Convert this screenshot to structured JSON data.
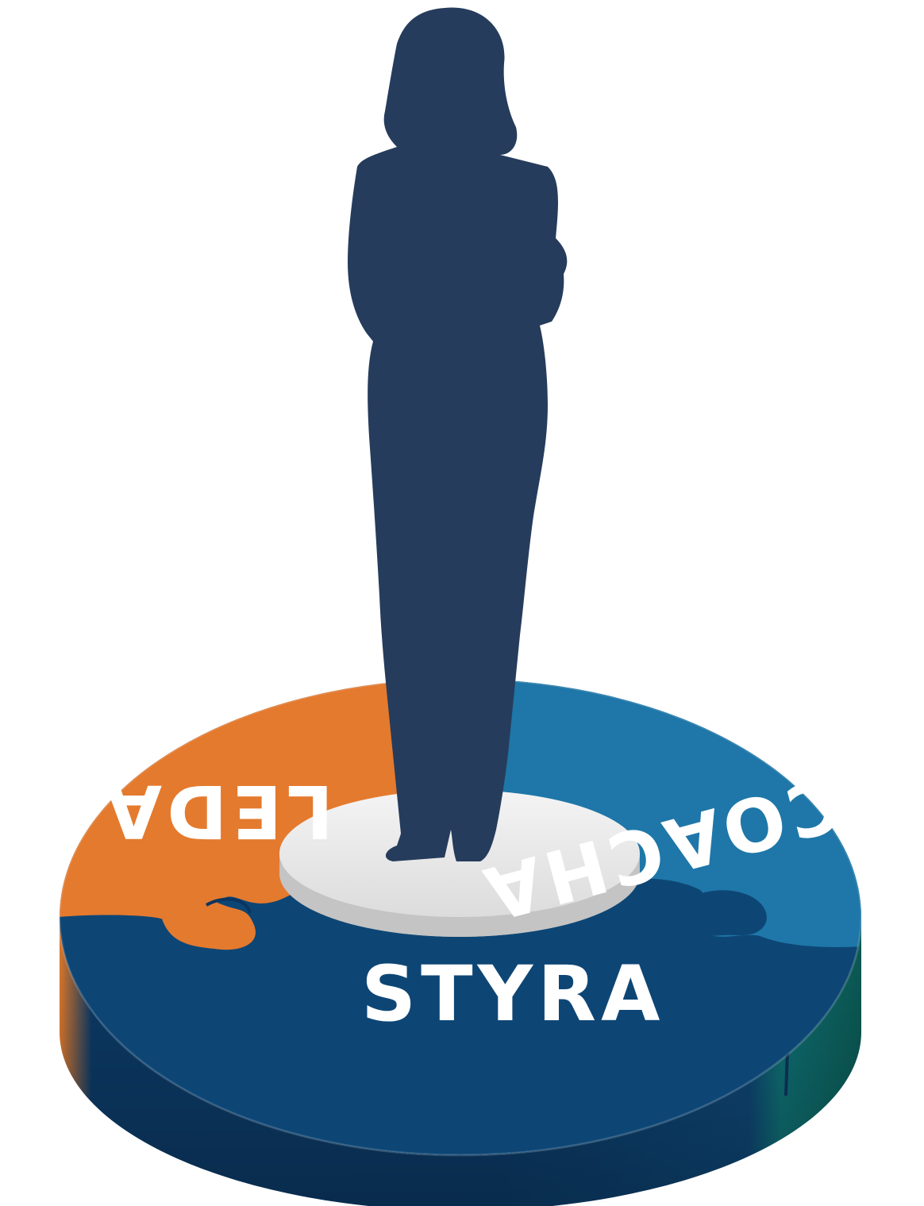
{
  "segments": {
    "leda": {
      "label": "LEDA",
      "color": "#E47A2E",
      "side_color": "#C96420"
    },
    "coacha": {
      "label": "COACHA",
      "color": "#1E77A8",
      "side_color": "#145C86"
    },
    "styra": {
      "label": "STYRA",
      "color": "#0D4675",
      "side_color": "#0A3560"
    }
  },
  "hub": {
    "color": "#EFEFEF",
    "edge_color": "#CFCFCF"
  },
  "figure": {
    "color": "#263C5C",
    "icon": "standing-woman-silhouette"
  }
}
